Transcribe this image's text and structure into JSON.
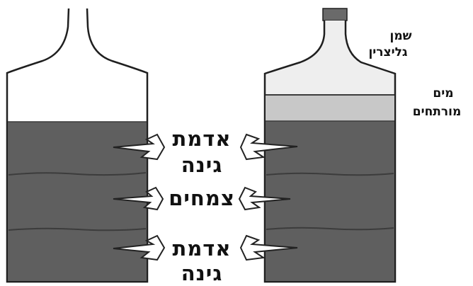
{
  "diagram": {
    "colors": {
      "soil": "#5f5f5f",
      "layer_line": "#3c3c3c",
      "outline": "#1f1f1f",
      "glycerin_oil": "#eeeeee",
      "distilled_water": "#c8c8c8",
      "cap": "#6a6a6a",
      "background": "#ffffff"
    },
    "center_labels": {
      "top_soil_line1": "אדמת",
      "top_soil_line2": "גינה",
      "plants": "צמחים",
      "bottom_soil_line1": "אדמת",
      "bottom_soil_line2": "גינה"
    },
    "right_labels": {
      "glycerin_oil_line1": "שמן",
      "glycerin_oil_line2": "גליצרין",
      "distilled_water_line1": "מים",
      "distilled_water_line2": "מורתחים"
    }
  }
}
